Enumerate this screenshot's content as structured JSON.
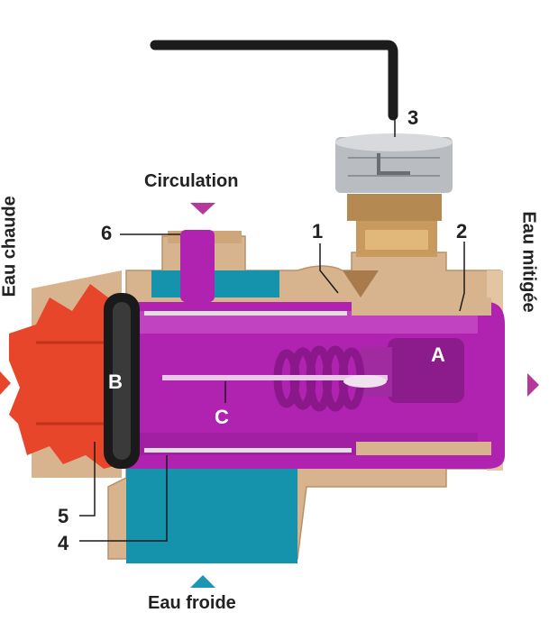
{
  "labels": {
    "hot_water": "Eau chaude",
    "mixed_water": "Eau mitigée",
    "circulation": "Circulation",
    "cold_water": "Eau froide",
    "n1": "1",
    "n2": "2",
    "n3": "3",
    "n4": "4",
    "n5": "5",
    "n6": "6",
    "A": "A",
    "B": "B",
    "C": "C"
  },
  "colors": {
    "brass": "#d8b48e",
    "brass_dark": "#a87a4c",
    "purple": "#b023b0",
    "purple_light": "#cf5fcf",
    "hot_red": "#e8462a",
    "cold_blue": "#1593ad",
    "seal_black": "#1a1a1a",
    "cap_silver": "#b9bcc0",
    "arrow_magenta": "#b4399a",
    "arrow_blue": "#1d95b5"
  }
}
